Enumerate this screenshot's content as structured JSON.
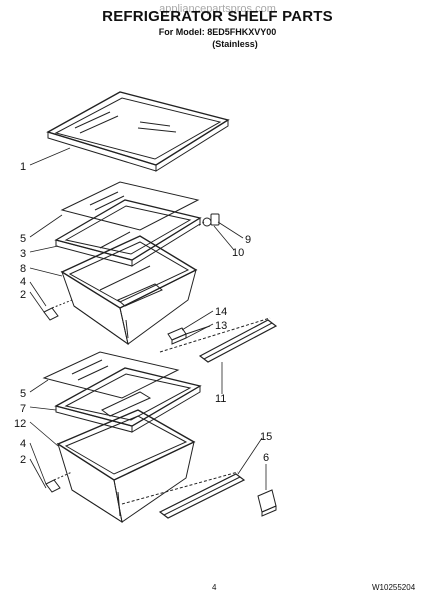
{
  "header": {
    "watermark": "appliancepartspros.com",
    "title": "REFRIGERATOR SHELF PARTS",
    "model_line": "For Model: 8ED5FHKXVY00",
    "variant": "(Stainless)"
  },
  "callouts": [
    "1",
    "5",
    "3",
    "8",
    "4",
    "2",
    "9",
    "10",
    "14",
    "13",
    "11",
    "5",
    "7",
    "12",
    "4",
    "2",
    "15",
    "6"
  ],
  "footer": {
    "page_number": "4",
    "doc_code": "W10255204"
  }
}
